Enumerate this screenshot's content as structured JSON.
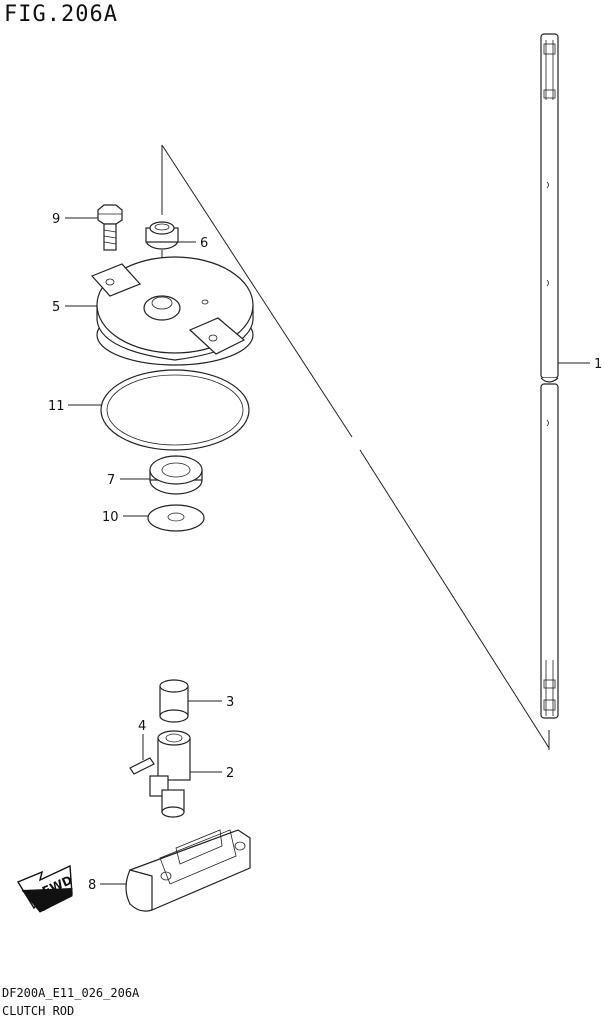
{
  "figure": {
    "title": "FIG.206A",
    "code": "DF200A_E11_026_206A",
    "name": "CLUTCH ROD"
  },
  "callouts": [
    {
      "id": "9",
      "label": "9"
    },
    {
      "id": "6",
      "label": "6"
    },
    {
      "id": "5",
      "label": "5"
    },
    {
      "id": "11",
      "label": "11"
    },
    {
      "id": "7",
      "label": "7"
    },
    {
      "id": "10",
      "label": "10"
    },
    {
      "id": "3",
      "label": "3"
    },
    {
      "id": "4",
      "label": "4"
    },
    {
      "id": "2",
      "label": "2"
    },
    {
      "id": "8",
      "label": "8"
    },
    {
      "id": "1",
      "label": "1"
    }
  ],
  "fwd_label": "FWD"
}
